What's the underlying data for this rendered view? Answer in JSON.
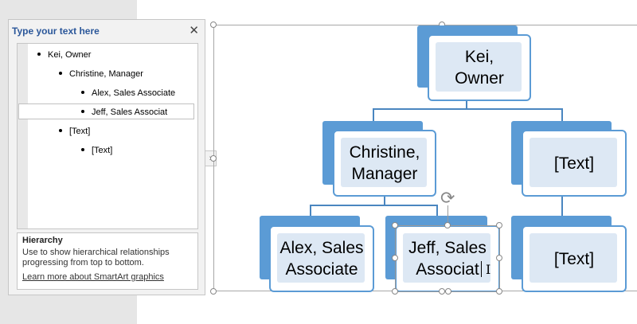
{
  "text_pane": {
    "title": "Type your text here",
    "close_icon": "close-icon",
    "items": [
      {
        "level": 1,
        "text": "Kei, Owner"
      },
      {
        "level": 2,
        "text": "Christine, Manager"
      },
      {
        "level": 3,
        "text": "Alex, Sales Associate"
      },
      {
        "level": 3,
        "text": "Jeff, Sales Associat",
        "selected": true
      },
      {
        "level": 2,
        "text": "[Text]"
      },
      {
        "level": 3,
        "text": "[Text]"
      }
    ],
    "description": {
      "title": "Hierarchy",
      "text": "Use to show hierarchical relationships progressing from top to bottom.",
      "link": "Learn more about SmartArt graphics"
    }
  },
  "diagram": {
    "accent_color": "#5b9bd5",
    "fill_color": "#dde8f4",
    "connector_color": "#4a86c0",
    "nodes": {
      "owner": "Kei,\nOwner",
      "manager": "Christine,\nManager",
      "text_right": "[Text]",
      "alex": "Alex, Sales\nAssociate",
      "jeff": "Jeff, Sales\nAssociat",
      "text_bottom_right": "[Text]"
    }
  },
  "icons": {
    "expand": "chevron-right-icon",
    "rotate": "rotate-handle-icon",
    "cursor": "text-cursor-icon"
  }
}
